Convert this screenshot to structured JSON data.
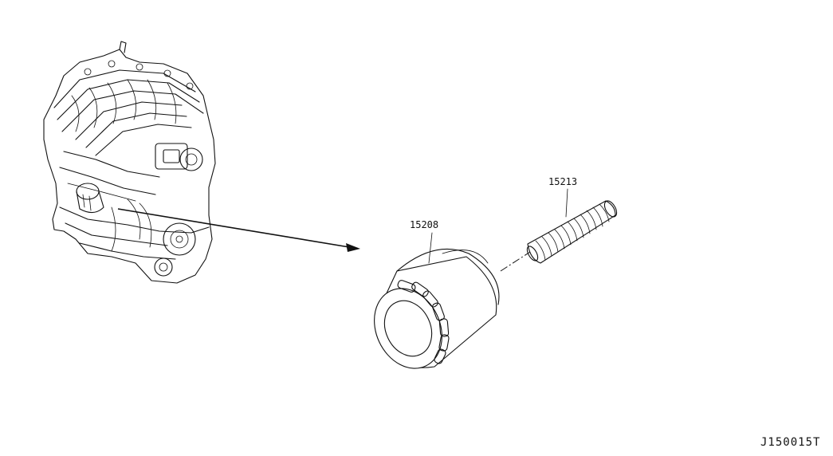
{
  "diagram": {
    "parts": [
      {
        "id": "oil-filter",
        "label": "15208"
      },
      {
        "id": "oil-filter-stud",
        "label": "15213"
      }
    ],
    "reference_code": "J150015T"
  }
}
